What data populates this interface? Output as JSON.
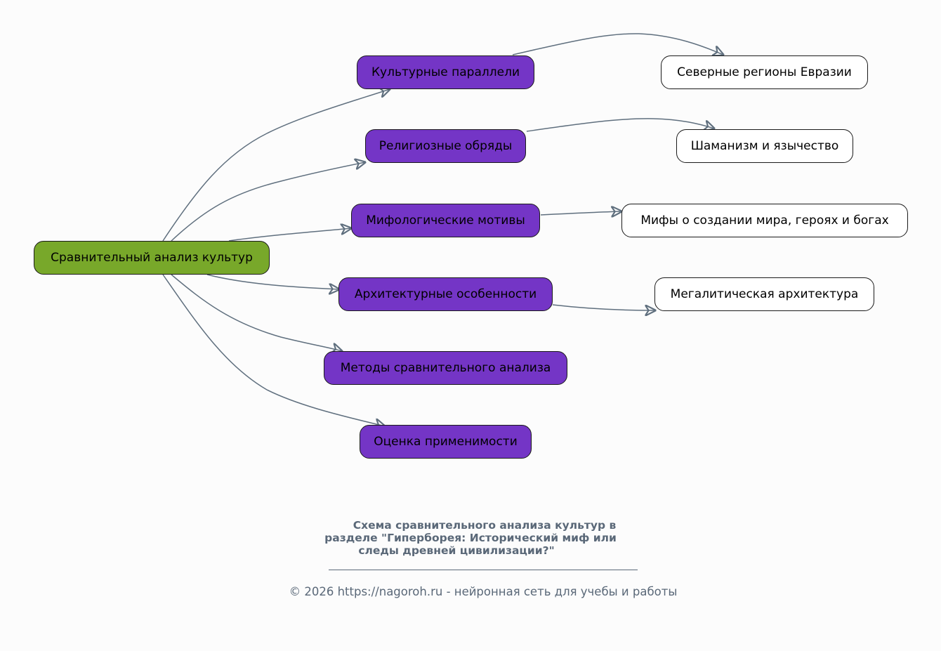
{
  "diagram": {
    "root": {
      "id": "root",
      "label": "Сравнительный анализ культур"
    },
    "branches": [
      {
        "id": "b1",
        "label": "Культурные параллели",
        "child": {
          "id": "l1",
          "label": "Северные регионы Евразии"
        }
      },
      {
        "id": "b2",
        "label": "Религиозные обряды",
        "child": {
          "id": "l2",
          "label": "Шаманизм и язычество"
        }
      },
      {
        "id": "b3",
        "label": "Мифологические мотивы",
        "child": {
          "id": "l3",
          "label": "Мифы о создании мира, героях и богах"
        }
      },
      {
        "id": "b4",
        "label": "Архитектурные особенности",
        "child": {
          "id": "l4",
          "label": "Мегалитическая архитектура"
        }
      },
      {
        "id": "b5",
        "label": "Методы сравнительного анализа"
      },
      {
        "id": "b6",
        "label": "Оценка применимости"
      }
    ],
    "colors": {
      "root": "#78a82a",
      "branch": "#7435c6",
      "leaf": "#ffffff",
      "edge": "#5f6f7e"
    }
  },
  "caption": {
    "lines": [
      "Схема сравнительного анализа культур в",
      "разделе \"Гиперборея: Исторический миф или",
      "следы древней цивилизации?\""
    ]
  },
  "footer": {
    "text": "© 2026 https://nagoroh.ru - нейронная сеть для учебы и работы"
  }
}
